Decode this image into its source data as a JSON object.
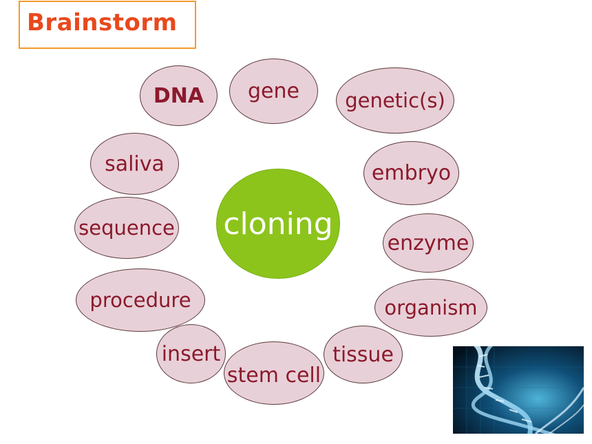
{
  "title": "Brainstorm",
  "center_word": "cloning",
  "words": [
    {
      "id": "dna",
      "label": "DNA"
    },
    {
      "id": "gene",
      "label": "gene"
    },
    {
      "id": "genetics",
      "label": "genetic(s)"
    },
    {
      "id": "saliva",
      "label": "saliva"
    },
    {
      "id": "embryo",
      "label": "embryo"
    },
    {
      "id": "sequence",
      "label": "sequence"
    },
    {
      "id": "enzyme",
      "label": "enzyme"
    },
    {
      "id": "procedure",
      "label": "procedure"
    },
    {
      "id": "organism",
      "label": "organism"
    },
    {
      "id": "insert",
      "label": "insert"
    },
    {
      "id": "stem-cell",
      "label": "stem cell"
    },
    {
      "id": "tissue",
      "label": "tissue"
    }
  ],
  "colors": {
    "title_border": "#f39a2b",
    "title_text": "#e8491d",
    "bubble_fill": "#e8d0d8",
    "bubble_text": "#8b1a2c",
    "center_fill": "#8cc41c",
    "center_text": "#ffffff"
  },
  "image": {
    "icon": "dna-helix-photo"
  }
}
